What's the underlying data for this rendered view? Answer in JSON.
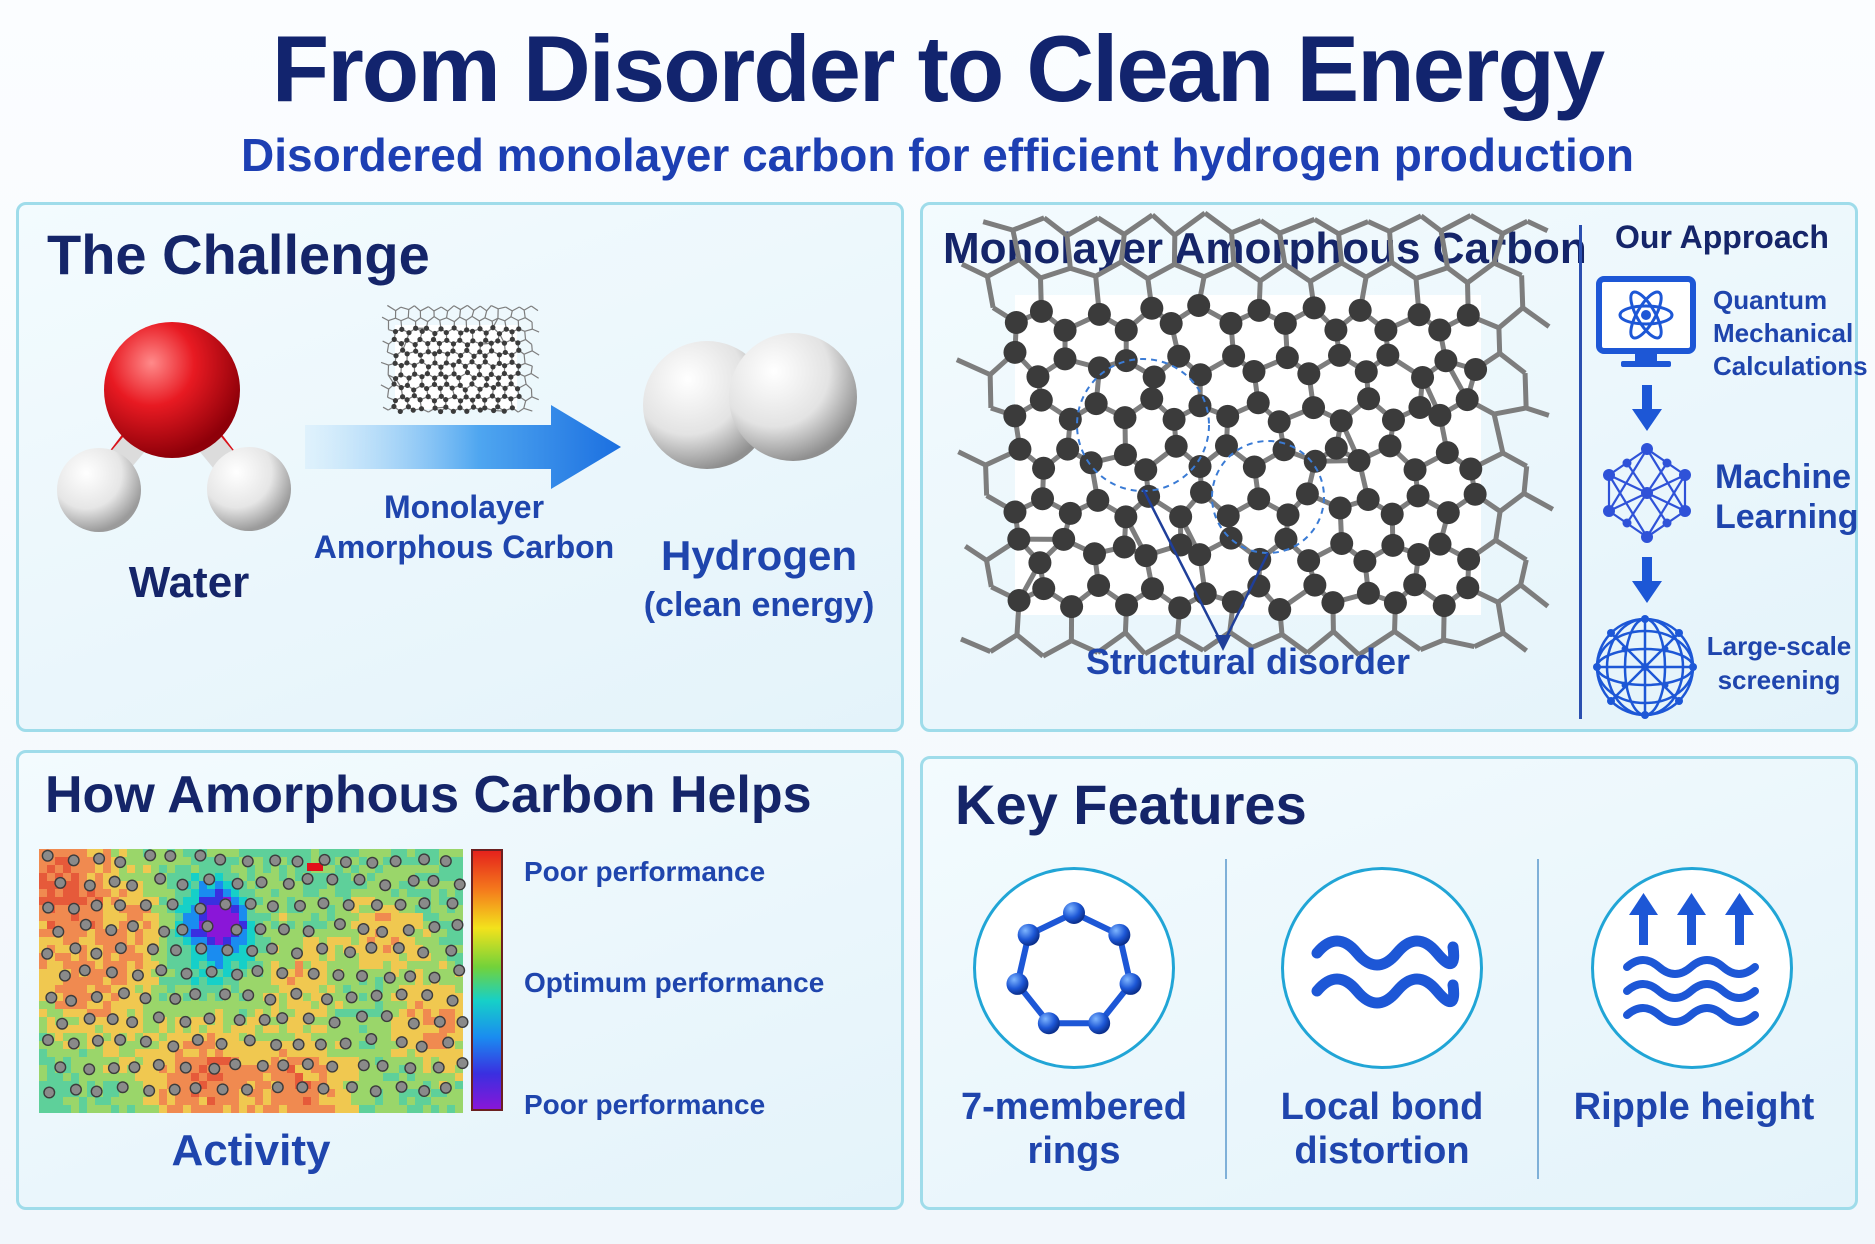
{
  "title": "From Disorder to Clean Energy",
  "subtitle": "Disordered monolayer carbon for efficient hydrogen production",
  "challenge": {
    "title": "The Challenge",
    "water_label": "Water",
    "catalyst_line1": "Monolayer",
    "catalyst_line2": "Amorphous Carbon",
    "hydrogen_label": "Hydrogen",
    "hydrogen_sub": "(clean energy)"
  },
  "structure": {
    "title": "Monolayer Amorphous Carbon",
    "disorder_label": "Structural disorder"
  },
  "approach": {
    "title": "Our Approach",
    "steps": [
      {
        "line1": "Quantum",
        "line2": "Mechanical",
        "line3": "Calculations",
        "icon": "atom-monitor-icon"
      },
      {
        "line1": "Machine",
        "line2": "Learning",
        "icon": "neural-network-icon"
      },
      {
        "line1": "Large-scale",
        "line2": "screening",
        "icon": "geodesic-sphere-icon"
      }
    ]
  },
  "helps": {
    "title": "How Amorphous Carbon Helps",
    "caption": "Activity",
    "scale_top": "Poor performance",
    "scale_mid": "Optimum performance",
    "scale_bottom": "Poor performance"
  },
  "features": {
    "title": "Key Features",
    "items": [
      {
        "line1": "7-membered",
        "line2": "rings",
        "icon": "heptagon-ring-icon"
      },
      {
        "line1": "Local bond",
        "line2": "distortion",
        "icon": "wave-distortion-icon"
      },
      {
        "line1": "Ripple height",
        "line2": "",
        "icon": "ripple-arrows-icon"
      }
    ]
  },
  "colors": {
    "navy": "#152569",
    "blue": "#1f45ad",
    "accent": "#21a5d6",
    "oxygen": "#e0111a",
    "carbon": "#3a3a3a"
  }
}
